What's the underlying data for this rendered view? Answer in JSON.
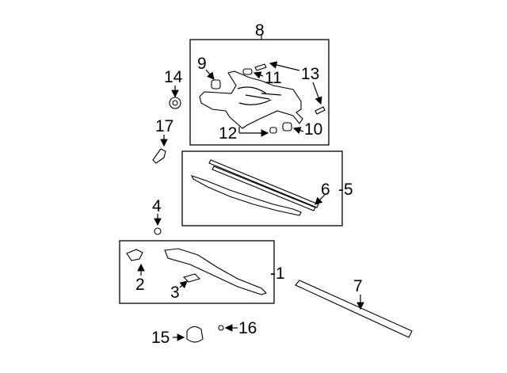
{
  "diagram": {
    "callouts": {
      "c1": "-1",
      "c2": "2",
      "c3": "3",
      "c4": "4",
      "c5": "-5",
      "c6": "6",
      "c7": "7",
      "c8": "8",
      "c9": "9",
      "c10": "10",
      "c11": "11",
      "c12": "12",
      "c13": "13",
      "c14": "14",
      "c15": "15",
      "c16": "16",
      "c17": "17"
    }
  }
}
